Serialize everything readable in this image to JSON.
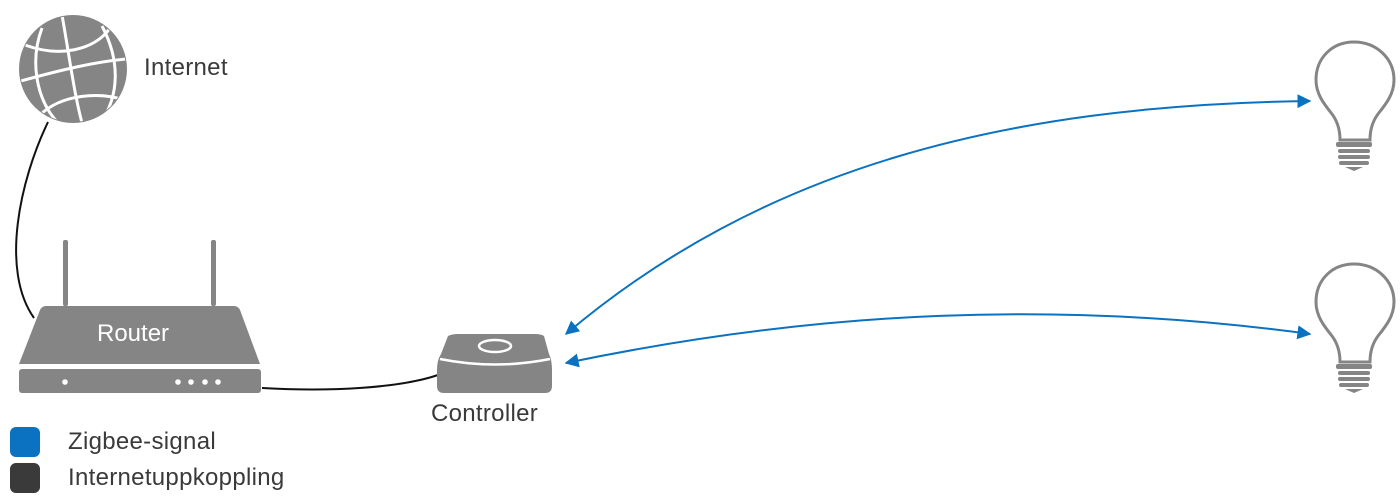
{
  "diagram": {
    "type": "network-topology",
    "nodes": {
      "internet": {
        "label": "Internet",
        "icon": "globe-icon"
      },
      "router": {
        "label": "Router",
        "icon": "router-icon"
      },
      "controller": {
        "label": "Controller",
        "icon": "hub-icon"
      },
      "bulb_1": {
        "label": "",
        "icon": "light-bulb-icon"
      },
      "bulb_2": {
        "label": "",
        "icon": "light-bulb-icon"
      }
    },
    "edges": [
      {
        "from": "internet",
        "to": "router",
        "kind": "internet"
      },
      {
        "from": "router",
        "to": "controller",
        "kind": "internet"
      },
      {
        "from": "controller",
        "to": "bulb_1",
        "kind": "zigbee",
        "bidirectional": true
      },
      {
        "from": "controller",
        "to": "bulb_2",
        "kind": "zigbee",
        "bidirectional": true
      }
    ]
  },
  "legend": {
    "items": [
      {
        "label": "Zigbee-signal",
        "color": "#0a72c0"
      },
      {
        "label": "Internetuppkoppling",
        "color": "#3a3a3a"
      }
    ]
  },
  "colors": {
    "device_gray": "#858585",
    "zigbee_blue": "#0a72c0",
    "wire_black": "#111111",
    "text": "#3a3a3a"
  }
}
